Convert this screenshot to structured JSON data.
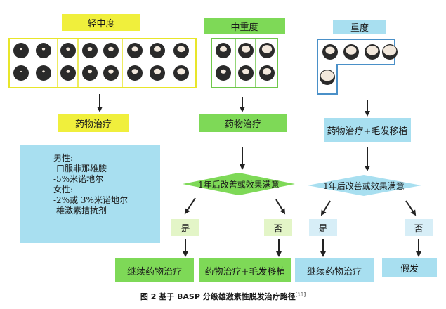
{
  "severity": {
    "mild": "轻中度",
    "moderate": "中重度",
    "severe": "重度"
  },
  "treatment": {
    "mild": "药物治疗",
    "moderate": "药物治疗",
    "severe": "药物治疗+毛发移植"
  },
  "info": {
    "lines": [
      "男性:",
      "-口服非那雄胺",
      "-5%米诺地尔",
      "女性:",
      "-2%或 3%米诺地尔",
      "-雄激素拮抗剂"
    ]
  },
  "decision": {
    "left": "1年后改善或效果满意",
    "right": "1年后改善或效果满意"
  },
  "answers": {
    "yes_left": "是",
    "no_left": "否",
    "yes_right": "是",
    "no_right": "否"
  },
  "outcomes": {
    "o1": "继续药物治疗",
    "o2": "药物治疗+毛发移植",
    "o3": "继续药物治疗",
    "o4": "假发"
  },
  "caption": {
    "text": "图 2   基于 BASP 分级雄激素性脱发治疗路径",
    "ref": "[13]"
  },
  "colors": {
    "yellow": "#f0ef3c",
    "green": "#7ed957",
    "blue": "#a8dff0"
  }
}
